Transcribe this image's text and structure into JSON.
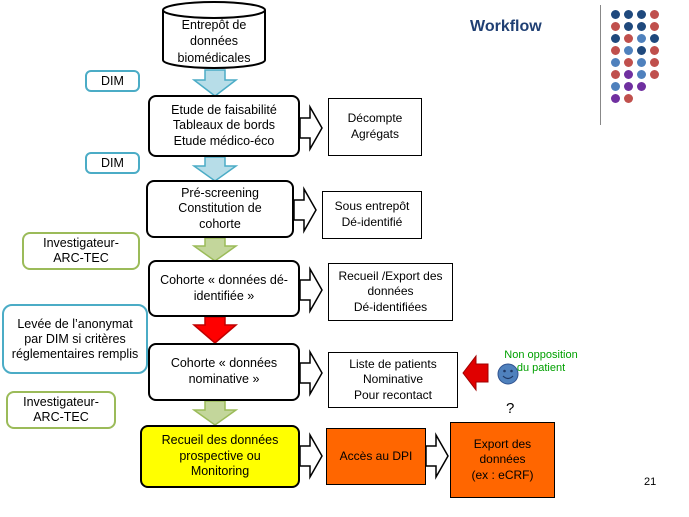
{
  "title": "Workflow",
  "page_number": "21",
  "flow": {
    "warehouse": "Entrepôt de\ndonnées\nbiomédicales",
    "step1": "Etude de faisabilité\nTableaux de bords\nEtude médico-éco",
    "step2": "Pré-screening\nConstitution de\ncohorte",
    "step3": "Cohorte « données dé-\nidentifiée »",
    "step4": "Cohorte « données\nnominative »",
    "step5": "Recueil des données\nprospective ou\nMonitoring"
  },
  "outputs": {
    "out1": "Décompte\nAgrégats",
    "out2": "Sous entrepôt\nDé-identifié",
    "out3": "Recueil /Export des\ndonnées\nDé-identifiées",
    "out4": "Liste de patients\nNominative\nPour recontact",
    "out5a": "Accès au DPI",
    "out5b": "Export des\ndonnées\n(ex : eCRF)"
  },
  "actors": {
    "dim1": "DIM",
    "dim2": "DIM",
    "inv1": "Investigateur-\nARC-TEC",
    "levee": "Levée de l’anonymat\npar DIM si critères\nréglementaires remplis",
    "inv2": "Investigateur-\nARC-TEC"
  },
  "side_note": {
    "label": "Non opposition\ndu patient",
    "question": "?"
  },
  "colors": {
    "title": "#1f3f73",
    "dim_border": "#4bacc6",
    "investigator_border": "#9bbb59",
    "green_arrow": "#c3d69b",
    "blue_arrow": "#b7dde8",
    "red_arrow": "#ff0000",
    "yellow_box": "#ffff00",
    "orange_box": "#ff6600",
    "note_green": "#00a000",
    "smiley": "#4f81bd",
    "red_pointer": "#e00000"
  },
  "decoration_dot_colors": [
    "#1f497d",
    "#c0504d",
    "#4f81bd",
    "#7030a0"
  ]
}
